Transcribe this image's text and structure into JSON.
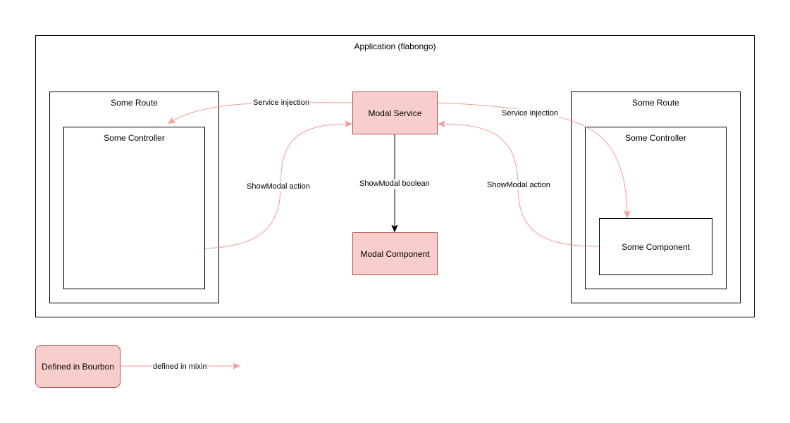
{
  "application": {
    "title": "Application (flabongo)"
  },
  "left_route": {
    "title": "Some Route",
    "controller_title": "Some Controller"
  },
  "right_route": {
    "title": "Some Route",
    "controller_title": "Some Controller",
    "component_label": "Some Component"
  },
  "modal_service": {
    "label": "Modal Service"
  },
  "modal_component": {
    "label": "Modal Component"
  },
  "edges": {
    "service_injection_left": "Service injection",
    "service_injection_right": "Service injection",
    "showmodal_action_left": "ShowModal action",
    "showmodal_action_right": "ShowModal action",
    "showmodal_boolean": "ShowModal boolean"
  },
  "legend": {
    "box_label": "Defined in Bourbon",
    "arrow_label": "defined in mixin"
  },
  "colors": {
    "highlight_fill": "#f8cecc",
    "highlight_stroke": "#b85450",
    "mixin_edge": "#f19c99",
    "plain_edge": "#000000"
  }
}
